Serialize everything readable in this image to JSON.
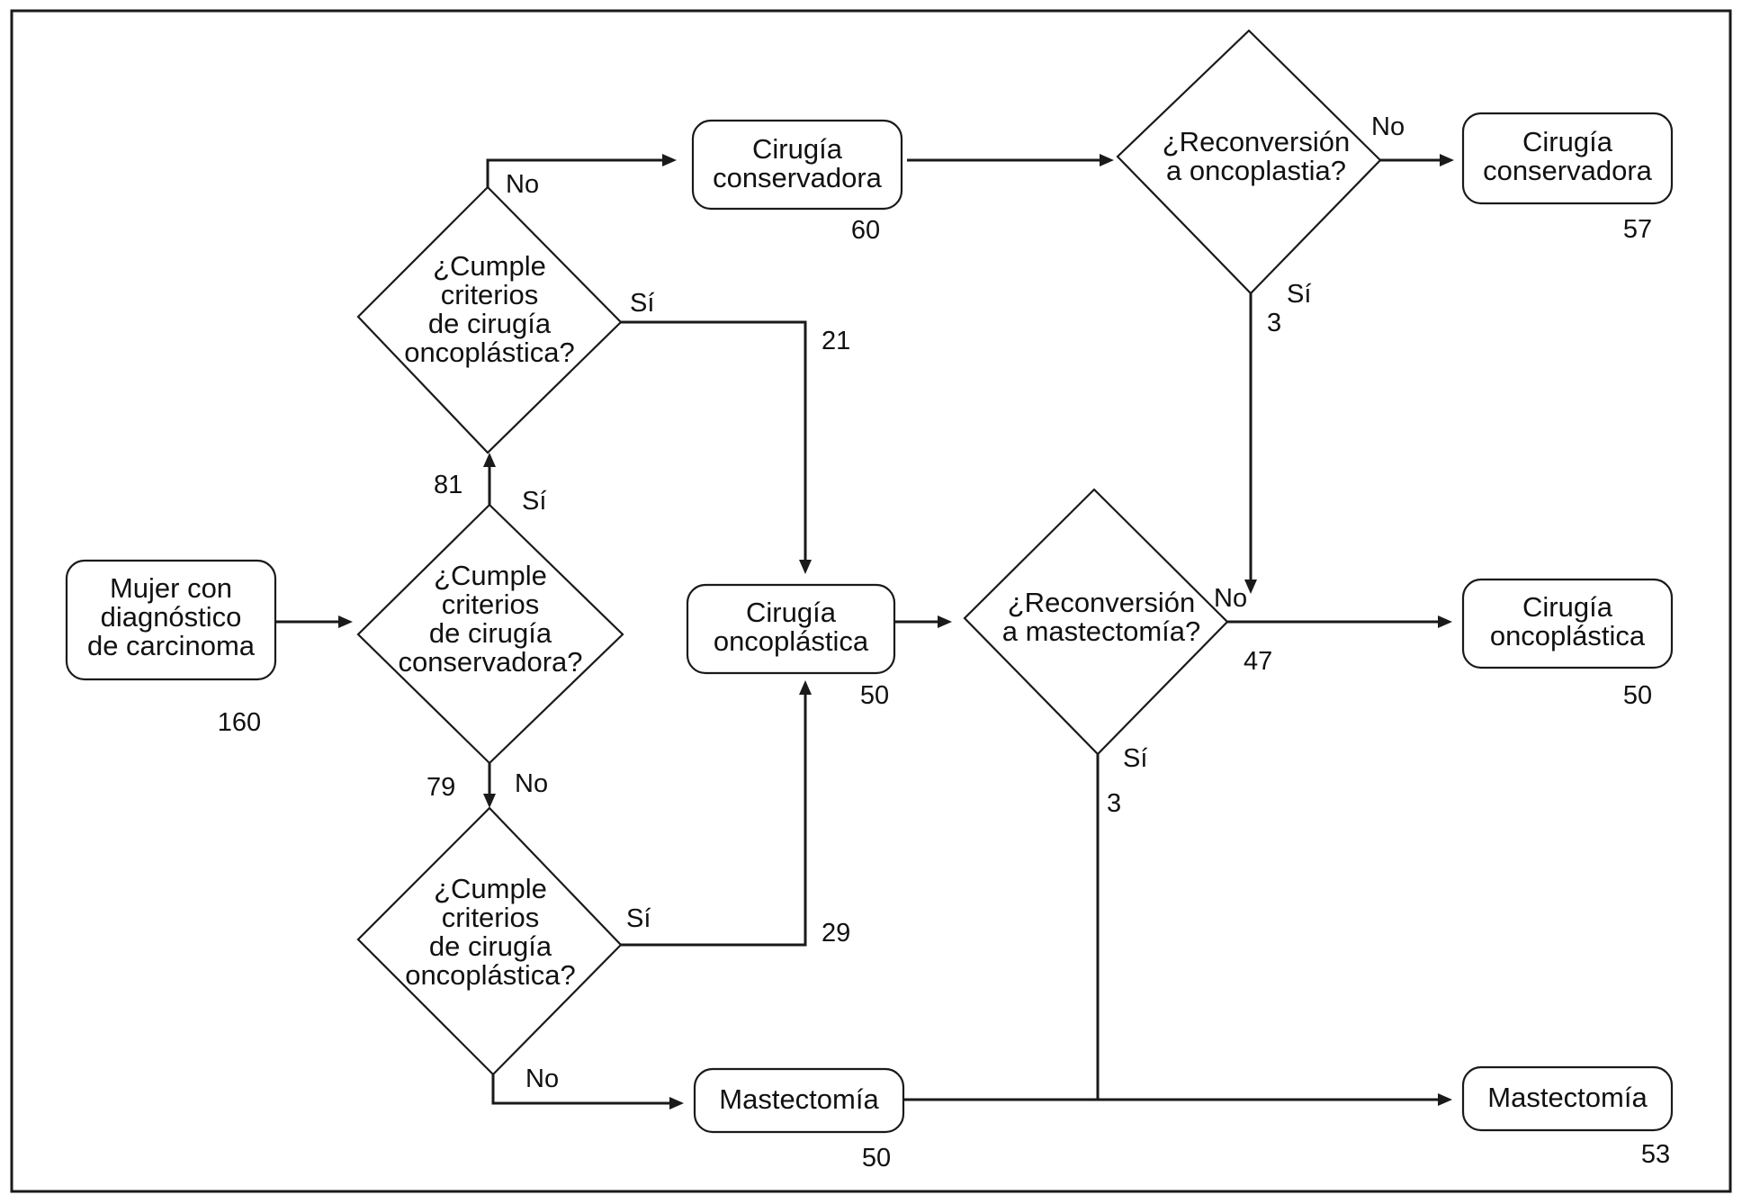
{
  "diagram": {
    "nodes": {
      "start": {
        "lines": [
          "Mujer con",
          "diagnóstico",
          "de carcinoma"
        ],
        "count": "160"
      },
      "q_conservadora": {
        "lines": [
          "¿Cumple",
          "criterios",
          "de cirugía",
          "conservadora?"
        ]
      },
      "q_oncoplastica_top": {
        "lines": [
          "¿Cumple",
          "criterios",
          "de cirugía",
          "oncoplástica?"
        ]
      },
      "q_oncoplastica_bottom": {
        "lines": [
          "¿Cumple",
          "criterios",
          "de cirugía",
          "oncoplástica?"
        ]
      },
      "cirugia_conservadora_mid": {
        "lines": [
          "Cirugía",
          "conservadora"
        ],
        "count": "60"
      },
      "cirugia_oncoplastica_mid": {
        "lines": [
          "Cirugía",
          "oncoplástica"
        ],
        "count": "50"
      },
      "mastectomia_mid": {
        "lines": [
          "Mastectomía"
        ],
        "count": "50"
      },
      "q_reconversion_oncoplastia": {
        "lines": [
          "¿Reconversión",
          "a oncoplastia?"
        ]
      },
      "q_reconversion_mastectomia": {
        "lines": [
          "¿Reconversión",
          "a mastectomía?"
        ]
      },
      "final_conservadora": {
        "lines": [
          "Cirugía",
          "conservadora"
        ],
        "count": "57"
      },
      "final_oncoplastica": {
        "lines": [
          "Cirugía",
          "oncoplástica"
        ],
        "count": "50"
      },
      "final_mastectomia": {
        "lines": [
          "Mastectomía"
        ],
        "count": "53"
      }
    },
    "edges": {
      "start_to_q1": {
        "label": ""
      },
      "q1_si": {
        "label": "Sí",
        "count": "81"
      },
      "q1_no": {
        "label": "No",
        "count": "79"
      },
      "q2_no": {
        "label": "No"
      },
      "q2_si": {
        "label": "Sí",
        "count": "21"
      },
      "q3_si": {
        "label": "Sí",
        "count": "29"
      },
      "q3_no": {
        "label": "No"
      },
      "conservadora_to_r1": {
        "label": ""
      },
      "r1_no": {
        "label": "No"
      },
      "r1_si": {
        "label": "Sí",
        "count": "3"
      },
      "oncoplastica_to_r2": {
        "label": ""
      },
      "r2_no": {
        "label": "No",
        "count": "47"
      },
      "r2_si": {
        "label": "Sí",
        "count": "3"
      },
      "mastectomia_to_final": {
        "label": ""
      }
    }
  }
}
